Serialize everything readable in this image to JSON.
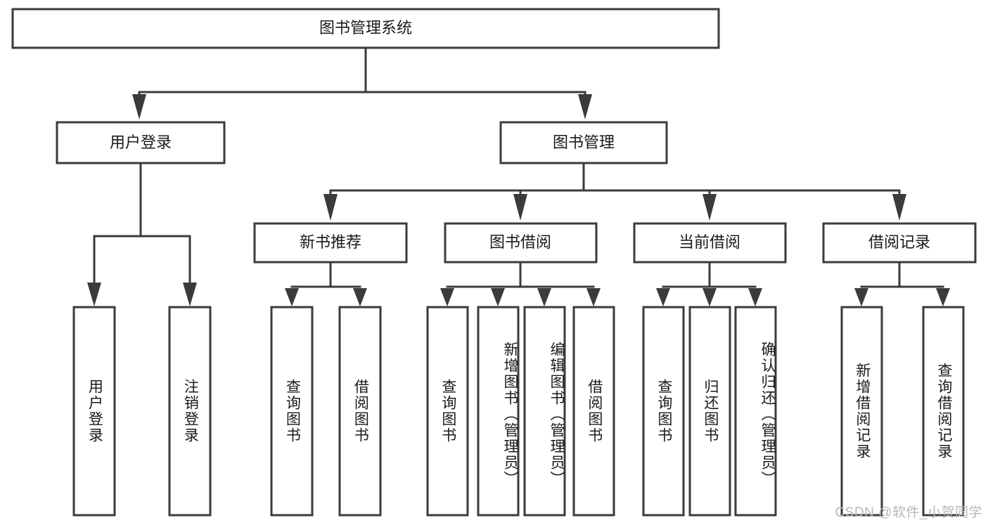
{
  "diagram": {
    "type": "tree-hierarchy",
    "title": "图书管理系统",
    "watermark": "CSDN @软件_小贺同学",
    "colors": {
      "box_stroke": "#3b3b3b",
      "box_fill": "#ffffff",
      "connector": "#3b3b3b",
      "text": "#1a1a1a",
      "background": "#ffffff",
      "watermark": "#b8b8b8"
    },
    "root": {
      "label": "图书管理系统"
    },
    "level2": [
      {
        "label": "用户登录"
      },
      {
        "label": "图书管理"
      }
    ],
    "level3": [
      {
        "label": "新书推荐"
      },
      {
        "label": "图书借阅"
      },
      {
        "label": "当前借阅"
      },
      {
        "label": "借阅记录"
      }
    ],
    "leaves": {
      "user_login": [
        {
          "label": "用户登录"
        },
        {
          "label": "注销登录"
        }
      ],
      "new_book_recommend": [
        {
          "label": "查询图书"
        },
        {
          "label": "借阅图书"
        }
      ],
      "book_borrow": [
        {
          "label": "查询图书"
        },
        {
          "label": "新增图书（管理员）"
        },
        {
          "label": "编辑图书（管理员）"
        },
        {
          "label": "借阅图书"
        }
      ],
      "current_borrow": [
        {
          "label": "查询图书"
        },
        {
          "label": "归还图书"
        },
        {
          "label": "确认归还（管理员）"
        }
      ],
      "borrow_record": [
        {
          "label": "新增借阅记录"
        },
        {
          "label": "查询借阅记录"
        }
      ]
    }
  }
}
